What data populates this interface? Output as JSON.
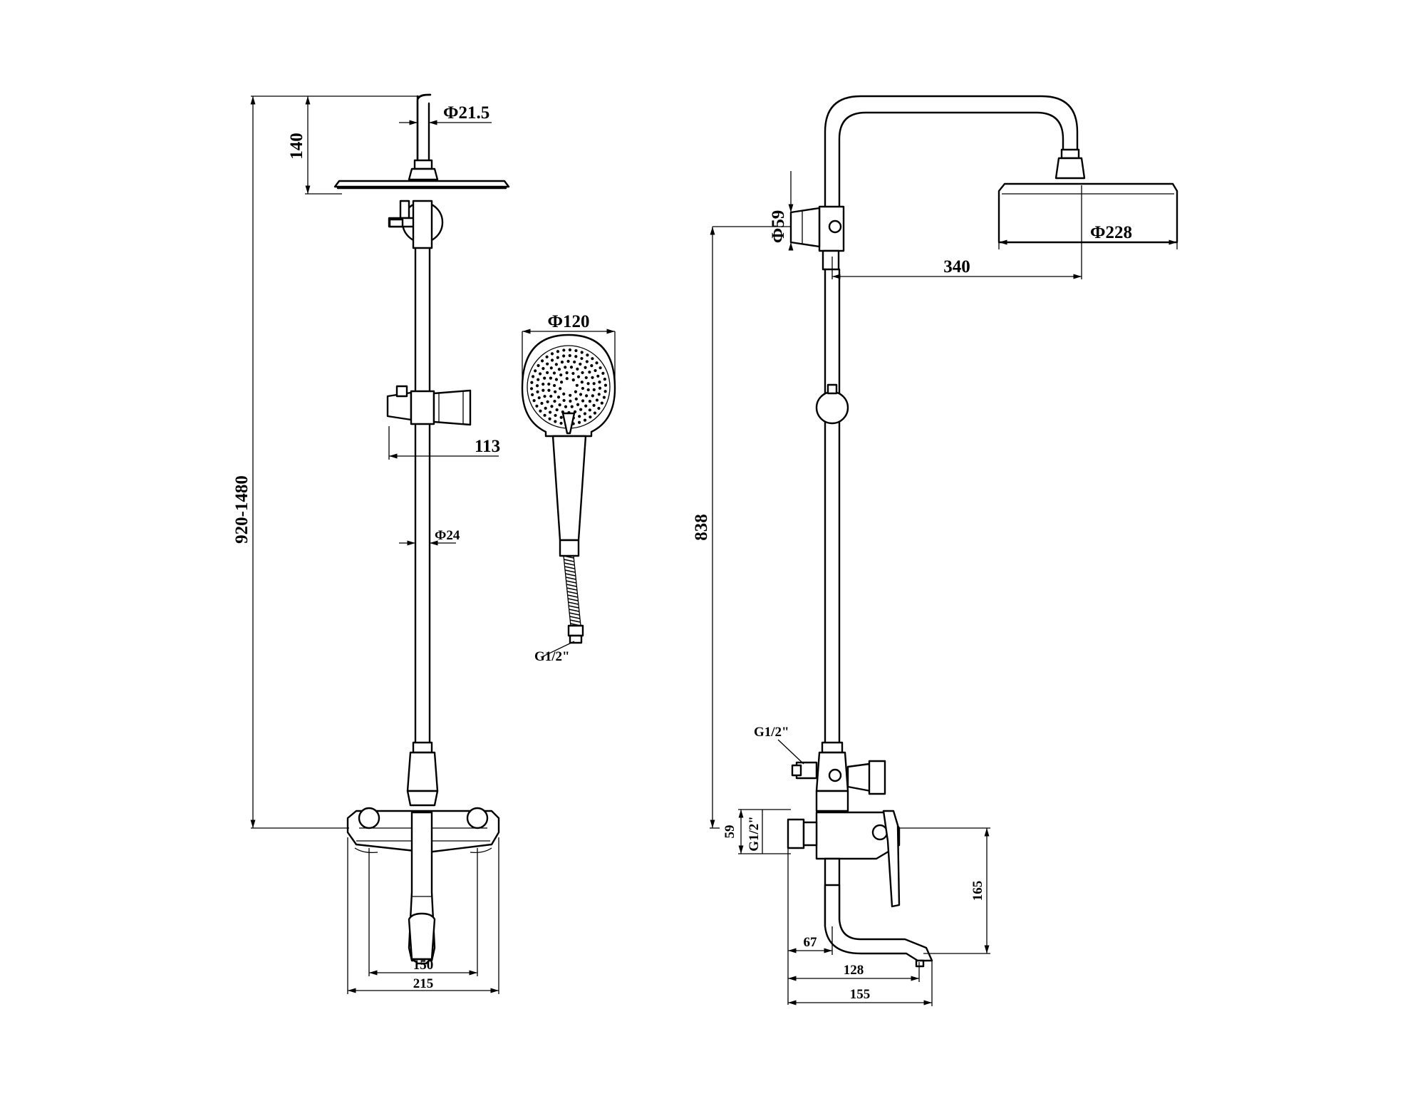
{
  "dimensions": {
    "front_elbow_diameter": "Ф21.5",
    "front_head_drop": "140",
    "front_height_range": "920-1480",
    "front_holder_offset": "113",
    "front_rail_diameter": "Ф24",
    "front_centres": "150",
    "front_width": "215",
    "handheld_diameter": "Ф120",
    "hose_thread": "G1/2\"",
    "side_diverter_diameter": "Ф59",
    "side_head_diameter": "Ф228",
    "side_arm_reach": "340",
    "side_outlet_height": "838",
    "side_divert_thread": "G1/2\"",
    "side_inlet_thread": "G1/2\"",
    "side_body_depth": "59",
    "side_spout_height": "165",
    "side_spout_offset_a": "67",
    "side_spout_offset_b": "128",
    "side_spout_reach": "155"
  }
}
